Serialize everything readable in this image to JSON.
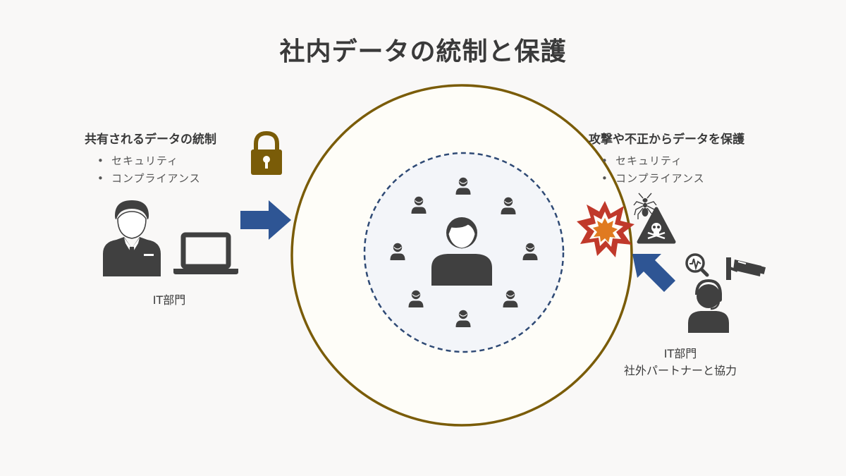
{
  "title": "社内データの統制と保護",
  "left": {
    "heading": "共有されるデータの統制",
    "bullets": [
      "セキュリティ",
      "コンプライアンス"
    ],
    "caption": "IT部門"
  },
  "right": {
    "heading": "攻撃や不正からデータを保護",
    "bullets": [
      "セキュリティ",
      "コンプライアンス"
    ],
    "caption_line1": "IT部門",
    "caption_line2": "社外パートナーと協力"
  },
  "icons": {
    "it_staff": "businessman-icon",
    "laptop": "laptop-icon",
    "arrow_in": "arrow-right-icon",
    "lock": "padlock-icon",
    "center_user": "user-icon",
    "users": "person-icon",
    "explosion": "explosion-icon",
    "bug": "ant-bug-icon",
    "hazard": "skull-warning-icon",
    "arrow_defense": "arrow-up-left-icon",
    "analyst": "headset-analyst-icon",
    "magnifier": "magnifier-icon",
    "camera": "security-camera-icon"
  },
  "colors": {
    "outer_ring": "#7a5c08",
    "inner_ring": "#2f4a75",
    "arrow": "#2e5594",
    "icon": "#404040",
    "lock": "#7a5c08",
    "explosion_red": "#c0392b",
    "explosion_orange": "#e07a20"
  }
}
